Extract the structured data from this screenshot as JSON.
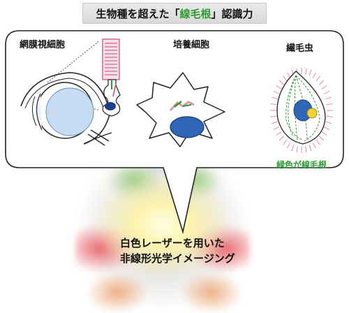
{
  "title": {
    "before": "生物種を超えた「",
    "highlight": "線毛根",
    "after": "」認識力"
  },
  "panels": {
    "retina": "網膜視細胞",
    "cultured": "培養細胞",
    "ciliate": "繊毛虫"
  },
  "legend_note": "緑色が線毛根",
  "technique": {
    "line1": "白色レーザーを用いた",
    "line2": "非線形光学イメージング"
  },
  "colors": {
    "accent_green": "#2f9a34",
    "nucleus_blue": "#2f66b8",
    "cell_pink": "#e88aa6"
  },
  "icons": {
    "eye": "eye-illustration",
    "photoreceptor": "photoreceptor-illustration",
    "cell": "cultured-cell-illustration",
    "ciliate": "ciliate-illustration"
  }
}
